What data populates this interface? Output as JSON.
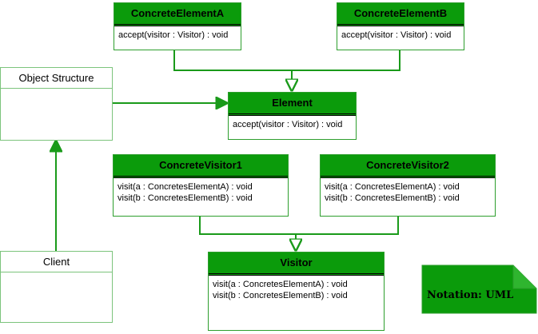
{
  "classes": {
    "concrete_element_a": {
      "name": "ConcreteElementA",
      "ops": [
        "accept(visitor : Visitor) : void"
      ]
    },
    "concrete_element_b": {
      "name": "ConcreteElementB",
      "ops": [
        "accept(visitor : Visitor) : void"
      ]
    },
    "element": {
      "name": "Element",
      "ops": [
        "accept(visitor : Visitor) : void"
      ]
    },
    "concrete_visitor_1": {
      "name": "ConcreteVisitor1",
      "ops": [
        "visit(a : ConcretesElementA) : void",
        "visit(b : ConcretesElementB) : void"
      ]
    },
    "concrete_visitor_2": {
      "name": "ConcreteVisitor2",
      "ops": [
        "visit(a : ConcretesElementA) : void",
        "visit(b : ConcretesElementB) : void"
      ]
    },
    "visitor": {
      "name": "Visitor",
      "ops": [
        "visit(a : ConcretesElementA) : void",
        "visit(b : ConcretesElementB) : void"
      ]
    }
  },
  "boxes": {
    "object_structure": {
      "title": "Object Structure"
    },
    "client": {
      "title": "Client"
    }
  },
  "note": {
    "text": "Notation: UML"
  },
  "colors": {
    "header_fill": "#0b9b0b",
    "border": "#2d9e2d",
    "line": "#1a9a1a"
  }
}
